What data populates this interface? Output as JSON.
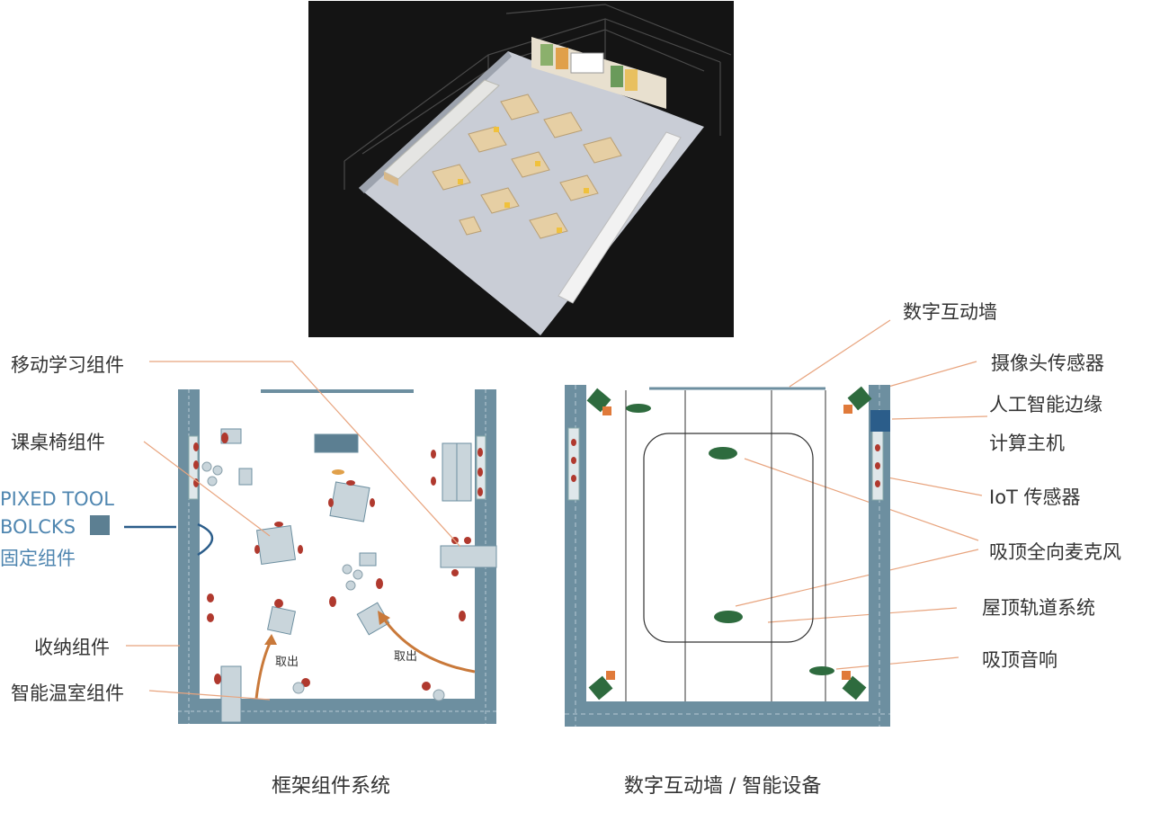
{
  "render_panel": {
    "name": "3d-classroom-render"
  },
  "left_plan": {
    "labels": {
      "mobile_learning": "移动学习组件",
      "desk_chair": "课桌椅组件",
      "fixed_tool_en_1": "PIXED TOOL",
      "fixed_tool_en_2": "BOLCKS",
      "fixed_tool_cn": "固定组件",
      "storage": "收纳组件",
      "greenhouse": "智能温室组件"
    },
    "arrow_text_1": "取出",
    "arrow_text_2": "取出",
    "caption": "框架组件系统"
  },
  "right_plan": {
    "labels": {
      "digital_wall": "数字互动墙",
      "camera_sensor": "摄像头传感器",
      "ai_edge_1": "人工智能边缘",
      "ai_edge_2": "计算主机",
      "iot_sensor": "IoT 传感器",
      "ceiling_mic": "吸顶全向麦克风",
      "ceiling_track": "屋顶轨道系统",
      "ceiling_speaker": "吸顶音响"
    },
    "caption": "数字互动墙 / 智能设备"
  },
  "colors": {
    "wall": "#6d8fa0",
    "wall_light": "#9fb8c4",
    "accent_line": "#e8a47e",
    "arrow": "#c9793a",
    "device_green": "#2e6b3e",
    "device_orange": "#e07a3a",
    "label_blue": "#4f86b0",
    "render_bg": "#141414"
  }
}
